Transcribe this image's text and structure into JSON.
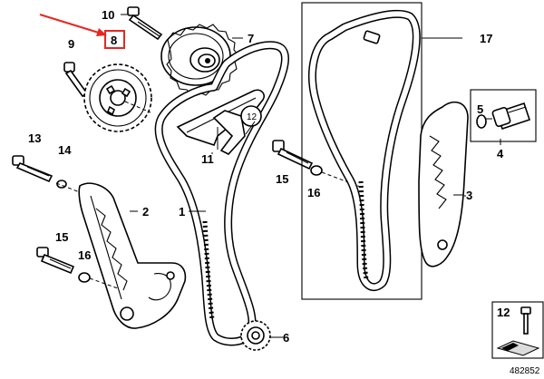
{
  "figure": {
    "reference_number": "482852",
    "highlight_color": "#e8261f",
    "highlighted_callout": "8"
  },
  "callouts": {
    "c1": "1",
    "c2": "2",
    "c3": "3",
    "c4": "4",
    "c5": "5",
    "c6": "6",
    "c7": "7",
    "c8": "8",
    "c9": "9",
    "c10": "10",
    "c11": "11",
    "c12": "12",
    "c13": "13",
    "c14": "14",
    "c15a": "15",
    "c15b": "15",
    "c16a": "16",
    "c16b": "16",
    "c17": "17",
    "legend12": "12"
  }
}
